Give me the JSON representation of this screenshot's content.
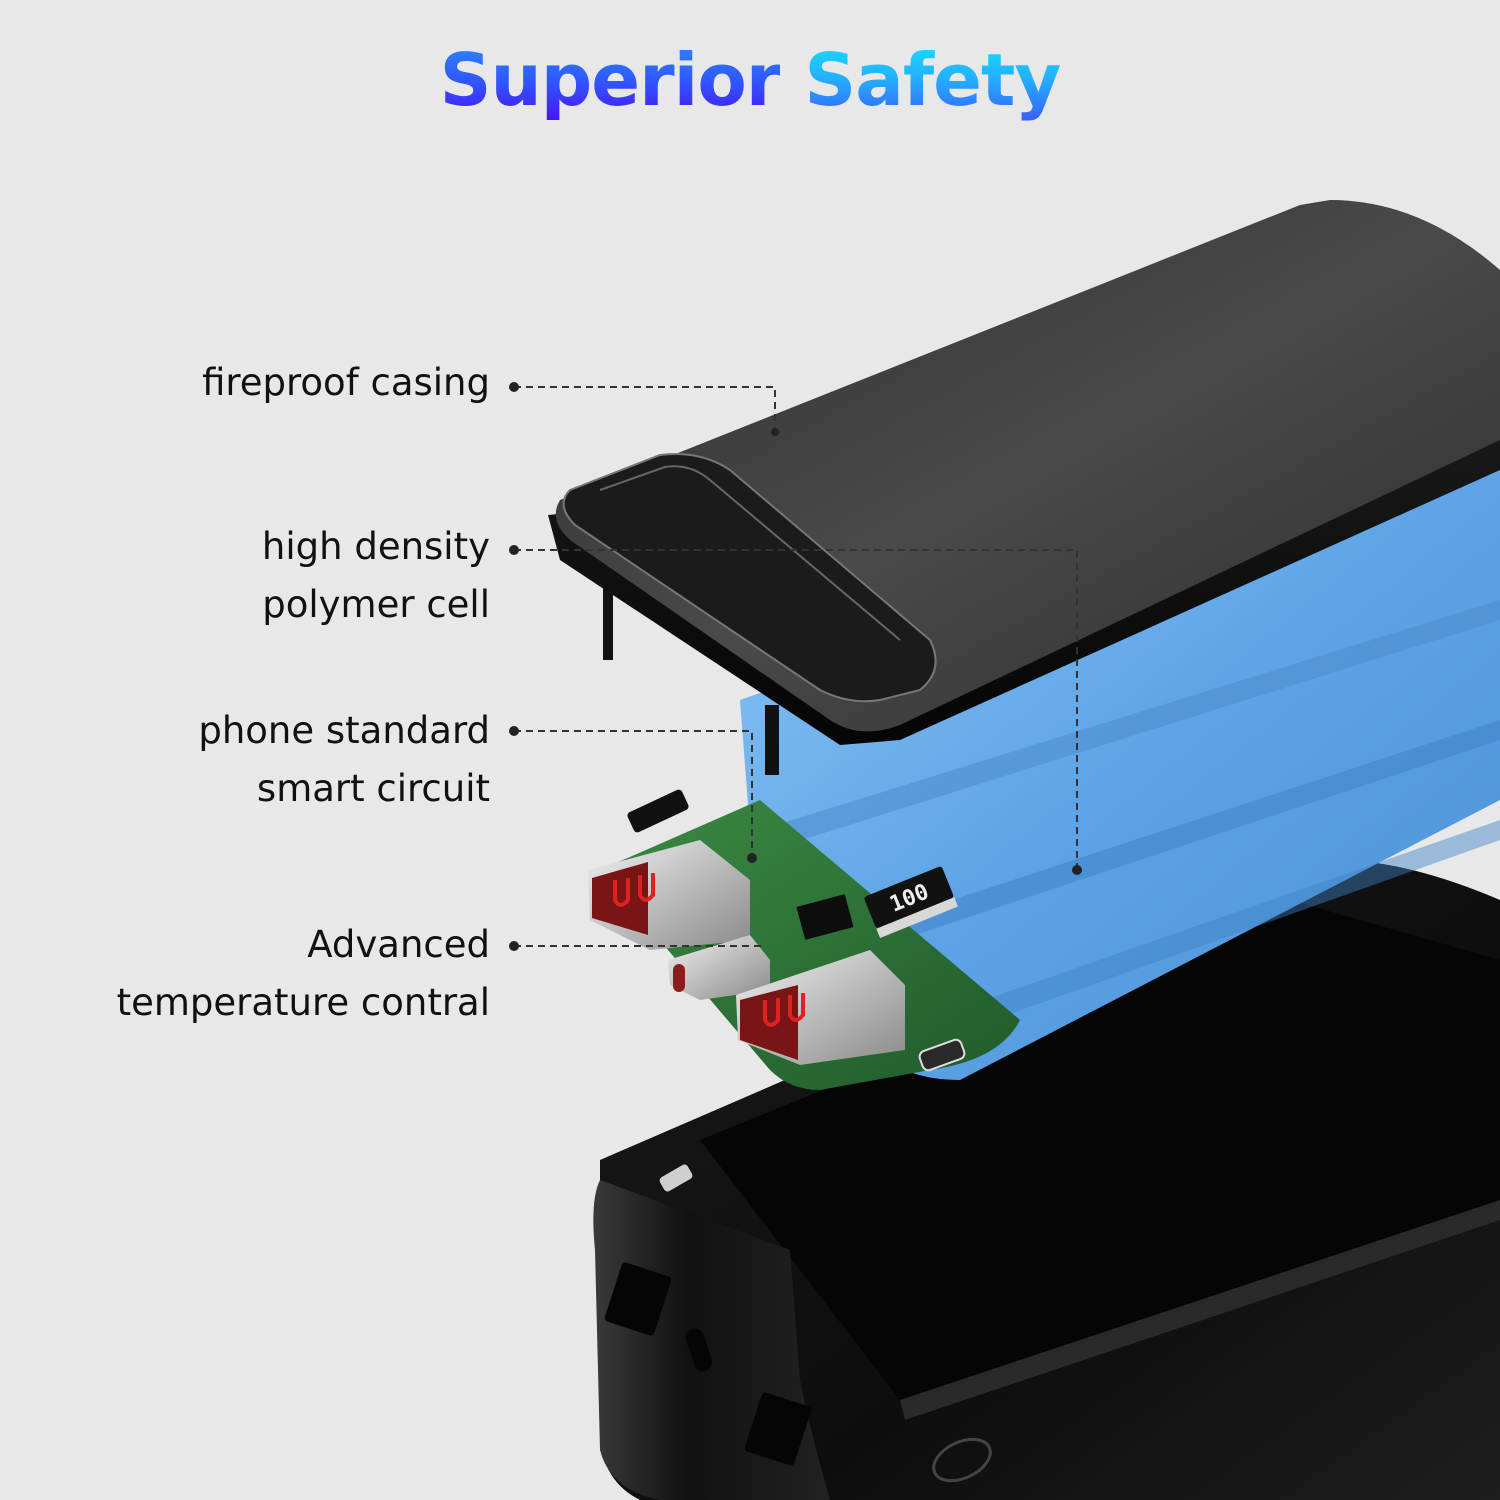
{
  "title": {
    "word1": "Superior",
    "word2": "Safety",
    "gradient_colors": [
      "#4a10f5",
      "#2a7dff",
      "#17e0ff"
    ]
  },
  "callouts": [
    {
      "id": "casing",
      "lines": [
        "fireproof casing"
      ]
    },
    {
      "id": "cell",
      "lines": [
        "high density",
        "polymer cell"
      ]
    },
    {
      "id": "circuit",
      "lines": [
        "phone standard",
        "smart circuit"
      ]
    },
    {
      "id": "temperature",
      "lines": [
        "Advanced",
        "temperature contral"
      ]
    }
  ],
  "product": {
    "display_readout": "100",
    "colors": {
      "casing": "#1a1a1a",
      "battery_cell": "#6aaeee",
      "pcb": "#2f7a3a",
      "background": "#e8e8e8"
    }
  }
}
